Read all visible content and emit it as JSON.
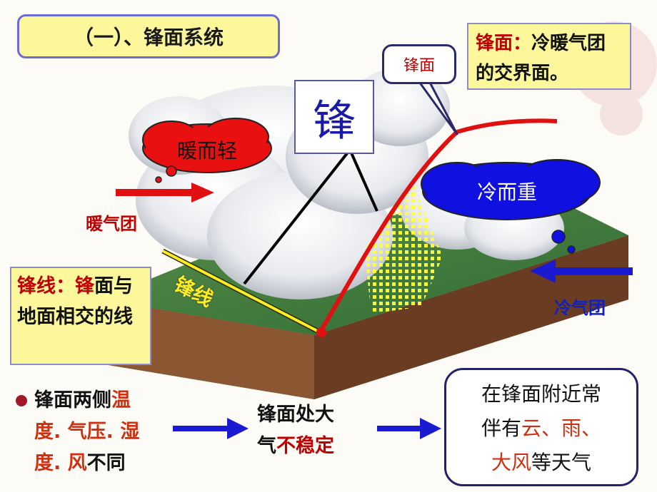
{
  "title": "（一）、锋面系统",
  "front_definition": {
    "term": "锋面：",
    "text": "冷暖气团的交界面。"
  },
  "front_line_definition": {
    "term": "锋线：锋",
    "text": "面与地面相交的线"
  },
  "callout_front": "锋面",
  "big_char": "锋",
  "warm_cloud_label": "暖而轻",
  "cold_cloud_label": "冷而重",
  "warm_mass_label": "暖气团",
  "cold_mass_label": "冷气团",
  "front_line_label": "锋线",
  "bullet": {
    "line1_black": "锋面两侧",
    "line1_red": "温",
    "line2_red": "度. 气压. 湿",
    "line3_red": "度. 风",
    "line3_black": "不同"
  },
  "middle": {
    "line1": "锋面处大",
    "line2_black": "气",
    "line2_red": "不稳定"
  },
  "weather_box": {
    "line1": "在锋面附近常",
    "line2_prefix": "伴有",
    "cloud": "云",
    "sep1": "、",
    "rain": "雨",
    "sep2": "、",
    "wind": "大风",
    "suffix": "等天气"
  },
  "colors": {
    "red": "#c00000",
    "blue": "#1020c0",
    "yellow_box": "#fbf79a",
    "ground_top": "#3f7a3a",
    "soil": "#7a4a2a"
  },
  "icons": [
    "bullet-dot-icon",
    "warm-arrow-icon",
    "cold-arrow-icon",
    "process-arrow-icon"
  ]
}
